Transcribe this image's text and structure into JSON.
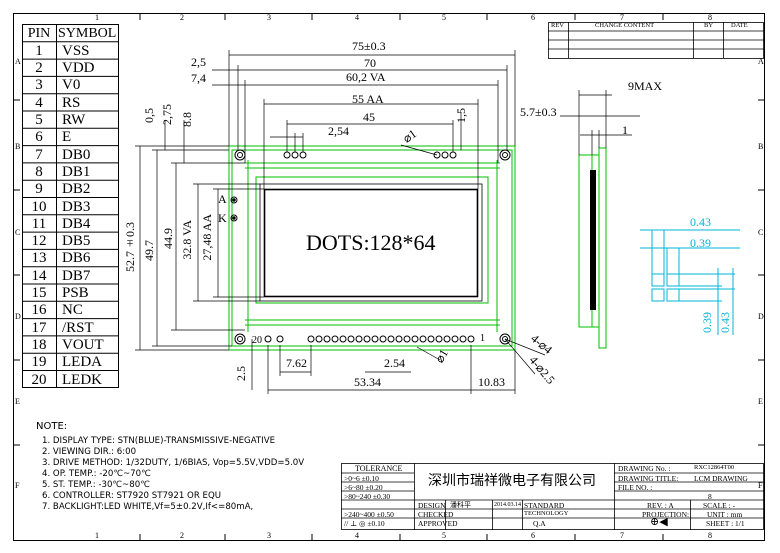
{
  "frame": {
    "col_numbers": [
      "1",
      "2",
      "3",
      "4",
      "5",
      "6",
      "7",
      "8"
    ],
    "row_letters": [
      "A",
      "B",
      "C",
      "D",
      "E",
      "F"
    ]
  },
  "pin_table": {
    "header_pin": "PIN",
    "header_symbol": "SYMBOL",
    "rows": [
      {
        "pin": "1",
        "symbol": "VSS"
      },
      {
        "pin": "2",
        "symbol": "VDD"
      },
      {
        "pin": "3",
        "symbol": "V0"
      },
      {
        "pin": "4",
        "symbol": "RS"
      },
      {
        "pin": "5",
        "symbol": "RW"
      },
      {
        "pin": "6",
        "symbol": "E"
      },
      {
        "pin": "7",
        "symbol": "DB0"
      },
      {
        "pin": "8",
        "symbol": "DB1"
      },
      {
        "pin": "9",
        "symbol": "DB2"
      },
      {
        "pin": "10",
        "symbol": "DB3"
      },
      {
        "pin": "11",
        "symbol": "DB4"
      },
      {
        "pin": "12",
        "symbol": "DB5"
      },
      {
        "pin": "13",
        "symbol": "DB6"
      },
      {
        "pin": "14",
        "symbol": "DB7"
      },
      {
        "pin": "15",
        "symbol": "PSB"
      },
      {
        "pin": "16",
        "symbol": "NC"
      },
      {
        "pin": "17",
        "symbol": "/RST"
      },
      {
        "pin": "18",
        "symbol": "VOUT"
      },
      {
        "pin": "19",
        "symbol": "LEDA"
      },
      {
        "pin": "20",
        "symbol": "LEDK"
      }
    ]
  },
  "revision_table": {
    "rev": "REV",
    "change": "CHANGE CONTENT",
    "by": "BY",
    "date": "DATE"
  },
  "dimensions": {
    "overall_width": "75±0.3",
    "hole_offset": "2,5",
    "outline_70": "70",
    "va_offset": "7,4",
    "va_width": "60,2 VA",
    "aa_width": "55 AA",
    "pin_span_45": "45",
    "pin_pitch_top": "2,54",
    "top_hole_dia": "⌀1",
    "top_offset_15": "1,5",
    "left_05": "0,5",
    "left_275": "2,75",
    "left_88": "8.8",
    "height_total": "52.7±0.3",
    "height_497": "49.7",
    "height_449": "44.9",
    "va_height": "32.8 VA",
    "aa_height": "27,48 AA",
    "label_a": "A",
    "label_k": "K",
    "side_57": "5.7±0.3",
    "side_9max": "9MAX",
    "side_1": "1",
    "dot_043": "0.43",
    "dot_039": "0.39",
    "dot_039_v": "0.39",
    "dot_043_v": "0.43",
    "bottom_762": "7.62",
    "bottom_254": "2.54",
    "bottom_5334": "53.34",
    "bottom_1083": "10.83",
    "bottom_25": "2.5",
    "bottom_dia1": "⌀1",
    "mount_4_dia4": "4-⌀4",
    "mount_4_dia25": "4-⌀2.5",
    "pin_first": "20",
    "pin_last": "1"
  },
  "display": {
    "text": "DOTS:128*64"
  },
  "notes": {
    "title": "NOTE:",
    "items": [
      "1. DISPLAY TYPE: STN(BLUE)-TRANSMISSIVE-NEGATIVE",
      "2. VIEWING DIR.: 6:00",
      "3. DRIVE METHOD: 1/32DUTY, 1/6BIAS, Vop=5.5V,VDD=5.0V",
      "4. OP. TEMP.: -20℃~70℃",
      "5. ST. TEMP.: -30℃~80℃",
      "6. CONTROLLER: ST7920 ST7921 OR EQU",
      "7.   BACKLIGHT:LED WHITE,Vf=5±0.2V,If<=80mA,"
    ]
  },
  "title_block": {
    "tolerance": "TOLERANCE",
    "tol_rows": [
      ">0~6  ±0.10",
      ">6~80 ±0.20",
      ">80~240 ±0.30",
      ">240~400 ±0.50"
    ],
    "tol_last": "// ⊥ ◎ ±0.10",
    "company": "深圳市瑞祥微电子有限公司",
    "design_label": "DESIGN",
    "design_name": "潘科平",
    "design_date": "2014.03.14",
    "standard": "STANDARD",
    "checked": "CHECKED",
    "technology": "TECHNOLOGY",
    "approved": "APPROVED",
    "qa": "Q.A",
    "drawing_no_label": "DRAWING No. :",
    "drawing_no": "RXC12864T00",
    "drawing_title_label": "DRAWING TITLE:",
    "drawing_title": "LCM DRAWING",
    "file_no_label": "FILE NO. :",
    "file_no": "8",
    "rev_label": "REV. : A",
    "scale_label": "SCALE : -",
    "projection": "PROJECTION:",
    "unit": "UNIT : mm",
    "sheet": "SHEET : 1/1"
  },
  "colors": {
    "outline": "#00c000",
    "dimension": "#000000",
    "side_detail": "#00b4d8",
    "border": "#000000"
  }
}
